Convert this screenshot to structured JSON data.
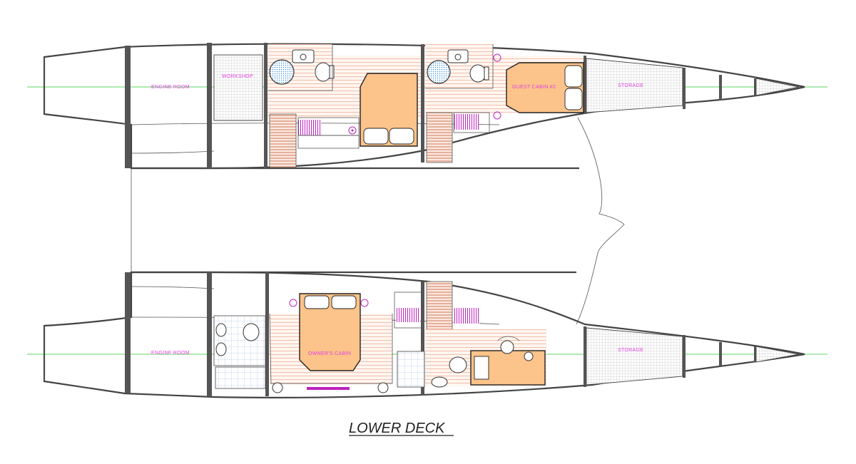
{
  "title": "LOWER DECK",
  "rooms": {
    "starboard_engine": "ENGINE ROOM",
    "workshop": "WORKSHOP",
    "guest_cabin": "GUEST CABIN #2",
    "starboard_storage": "STORAGE",
    "port_engine": "ENGINE ROOM",
    "owners_cabin": "OWNER'S CABIN",
    "port_storage": "STORAGE"
  },
  "colors": {
    "hull_line": "#444444",
    "bed": "#fcc38a",
    "floor_stripes": "#f0b09a",
    "room_label": "#e040e0",
    "center_line": "#5ed65e",
    "shower": "#3a8fd8",
    "stairs": "#d88a70"
  }
}
